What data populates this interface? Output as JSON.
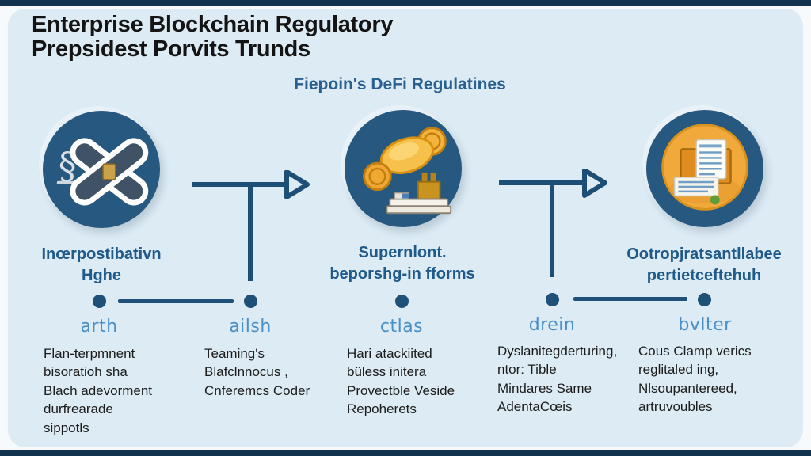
{
  "header": {
    "title_line1": "Enterprise Blockchain Regulatory",
    "title_line2": "Prepsidest Porvits Trunds",
    "subtitle": "Fiepoin's DeFi Regulatines"
  },
  "stages": [
    {
      "icon": "gavel-cross-icon",
      "label_line1": "Inœrpostibativn",
      "label_line2": "Hghe"
    },
    {
      "icon": "coins-gavel-icon",
      "label_line1": "Supernlont.",
      "label_line2": "beporshg-in fforms"
    },
    {
      "icon": "certificate-icon",
      "label_line1": "Ootropjratsantllabee",
      "label_line2": "pertietceftehuh"
    }
  ],
  "timeline": {
    "points": [
      {
        "label": "arth",
        "notes": [
          "Flan-terpmnent",
          "bisoratioh sha",
          "Blach adevorment",
          "durfrearade",
          "sippotls"
        ]
      },
      {
        "label": "ailsh",
        "notes": [
          "Teaming's",
          "Blafclnnocus ,",
          "Cnferemcs Coder"
        ]
      },
      {
        "label": "ctlas",
        "notes": [
          "Hari atackiited",
          "büless initera",
          "Provectble Veside",
          "Repoherets"
        ]
      },
      {
        "label": "drein",
        "notes": [
          "Dyslanitegderturing,",
          "ntor: Tible",
          "Mindares Same",
          "AdentaCœis"
        ]
      },
      {
        "label": "bvlter",
        "notes": [
          "Cous Clamp verics",
          "reglitaled ing,",
          "Nlsoupantereed,",
          "artruvoubles"
        ]
      }
    ]
  },
  "colors": {
    "panel_background": "#dcebf4",
    "frame_bar": "#12334f",
    "circle_fill": "#27587f",
    "label_blue": "#205a8a",
    "timeline_label_blue": "#4a90c8",
    "dot_blue": "#1f5078",
    "gold": "#f2a93b",
    "text_dark": "#1c1c1c"
  }
}
